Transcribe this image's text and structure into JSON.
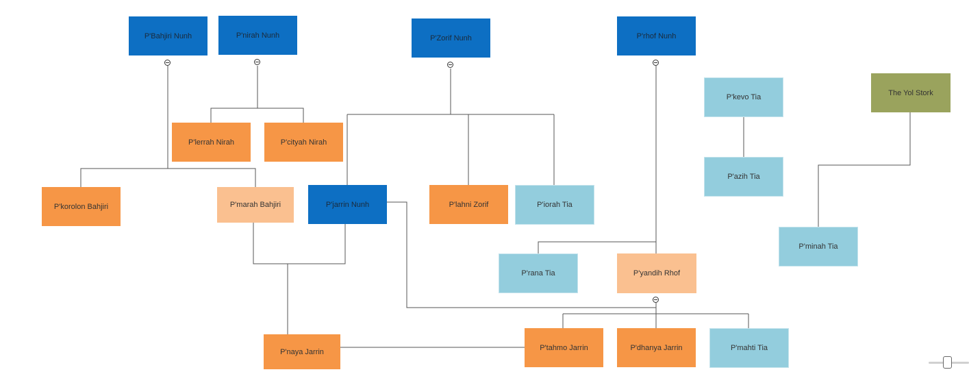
{
  "nodes": {
    "bahjiri_nunh": "P'Bahjiri Nunh",
    "nirah_nunh": "P'nirah Nunh",
    "zorif_nunh": "P'Zorif Nunh",
    "rhof_nunh": "P'rhof Nunh",
    "kevo_tia": "P'kevo Tia",
    "yol_stork": "The Yol Stork",
    "lerrah_nirah": "P'lerrah Nirah",
    "cityah_nirah": "P'cityah Nirah",
    "azih_tia": "P'azih Tia",
    "korolon_bahjiri": "P'korolon Bahjiri",
    "marah_bahjiri": "P'marah Bahjiri",
    "jarrin_nunh": "P'jarrin Nunh",
    "lahni_zorif": "P'lahni Zorif",
    "iorah_tia": "P'iorah Tia",
    "minah_tia": "P'minah Tia",
    "rana_tia": "P'rana Tia",
    "yandih_rhof": "P'yandih Rhof",
    "naya_jarrin": "P'naya Jarrin",
    "tahmo_jarrin": "P'tahmo Jarrin",
    "dhanya_jarrin": "P'dhanya Jarrin",
    "mahti_tia": "P'mahti Tia"
  },
  "colors": {
    "dark_blue": "#0d6fc3",
    "orange": "#f69646",
    "peach": "#fac090",
    "light_blue": "#93cddd",
    "olive": "#9aa35d",
    "connector": "#555555"
  }
}
